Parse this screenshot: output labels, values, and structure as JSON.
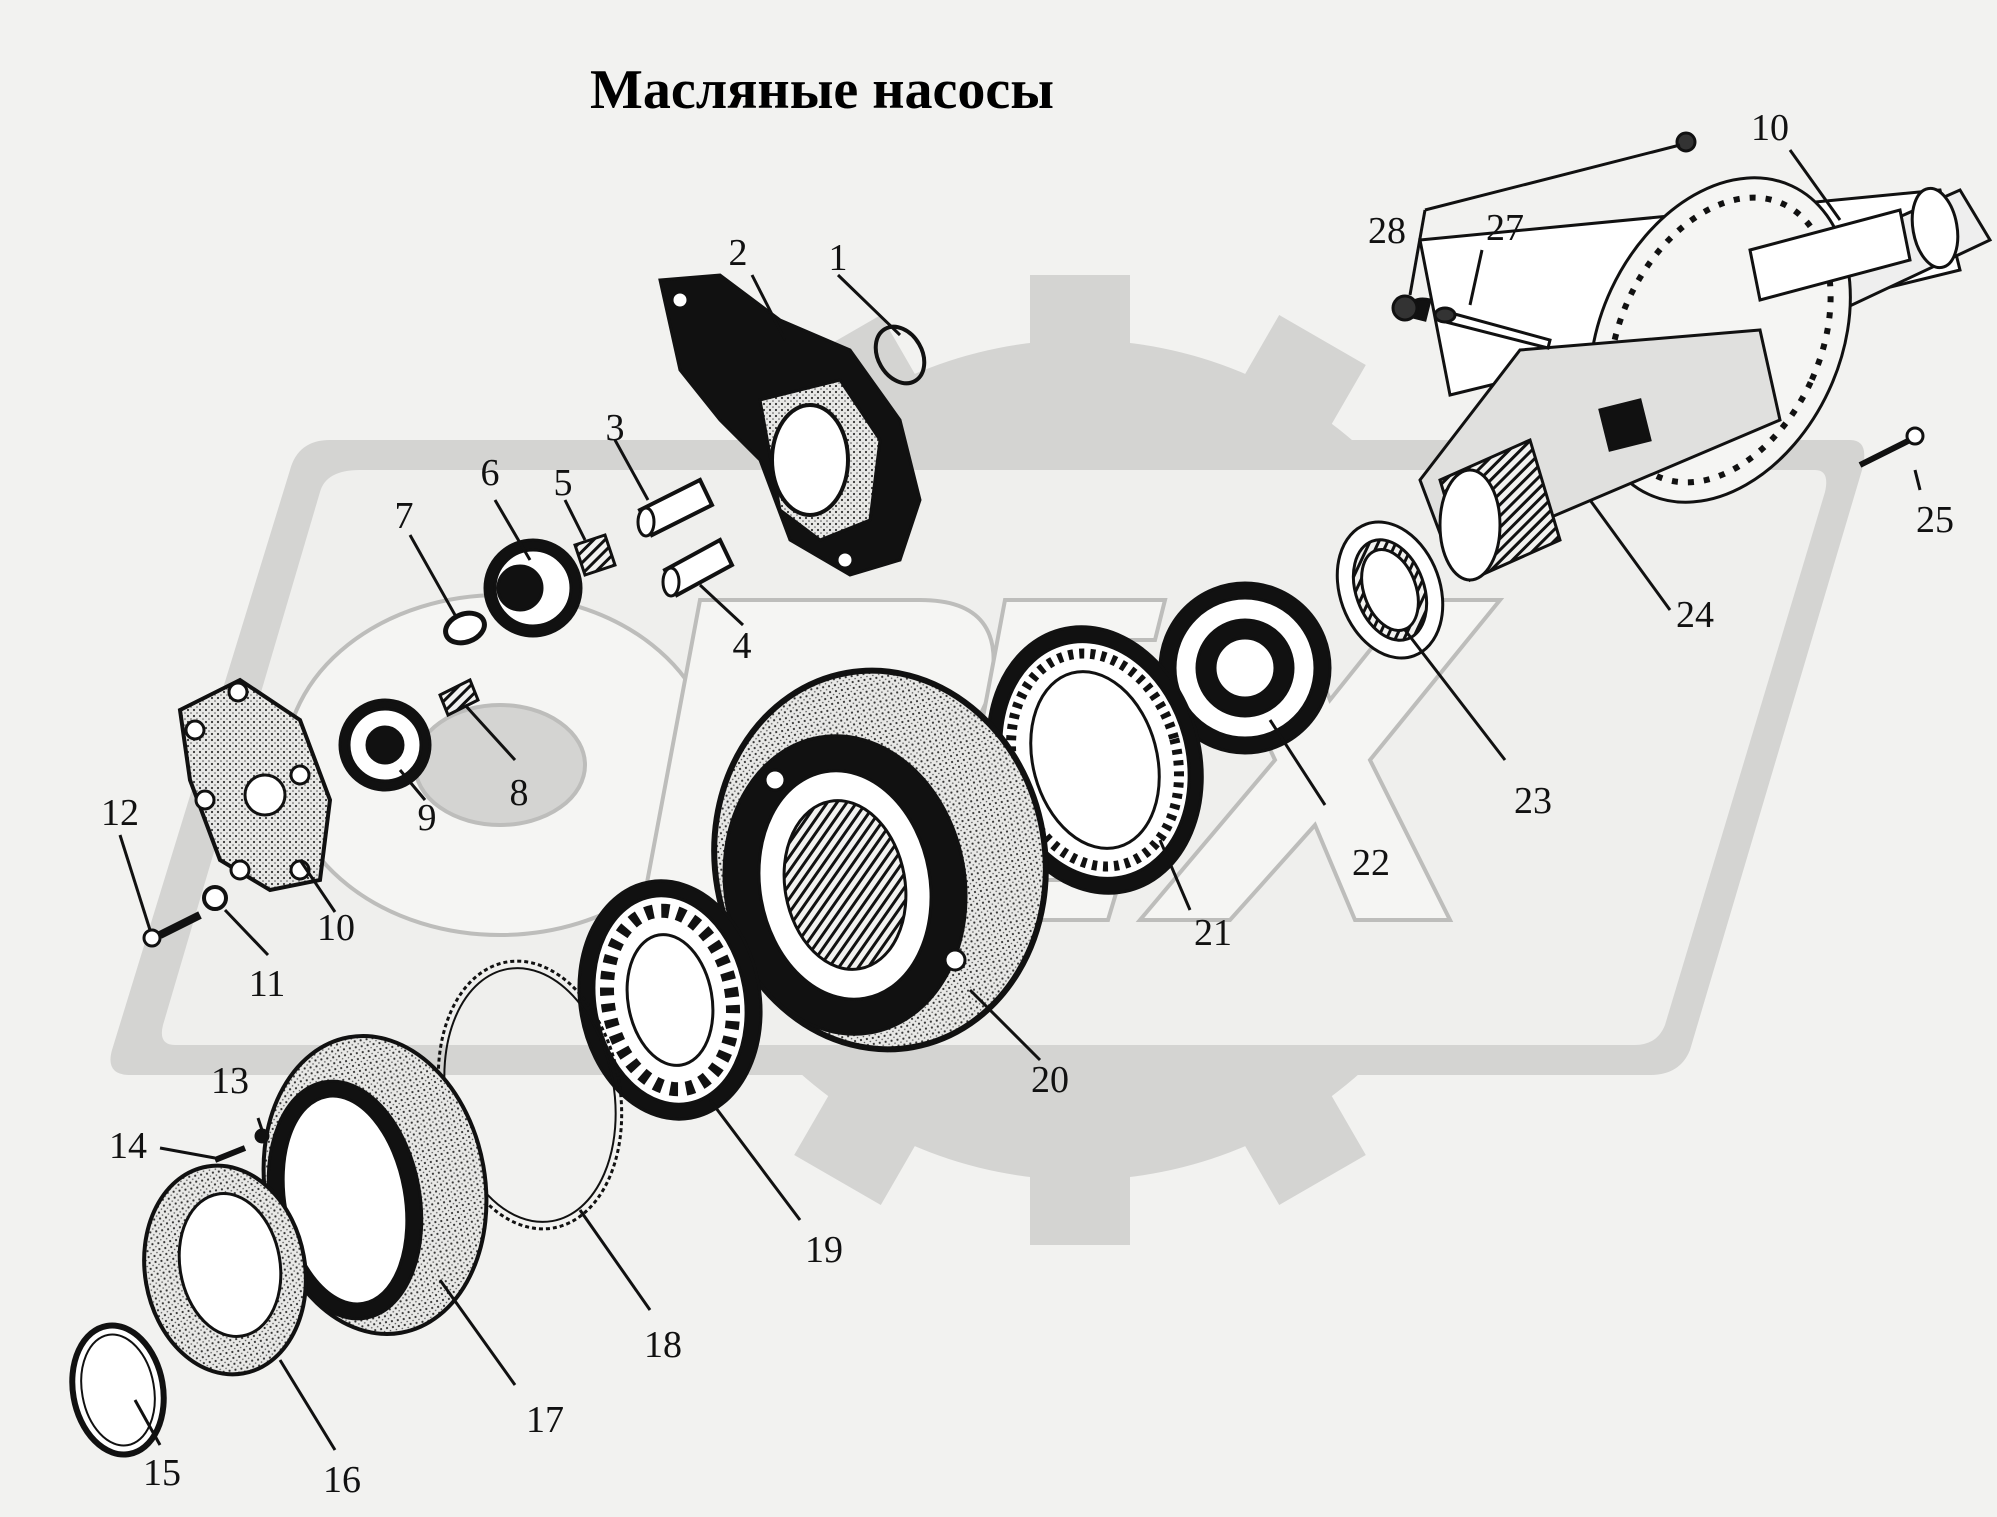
{
  "title": "Масляные насосы",
  "watermark": {
    "text": "ORIX",
    "color": "#d4d4d2"
  },
  "ink_color": "#111111",
  "callouts": [
    {
      "id": "1",
      "label": "1"
    },
    {
      "id": "2",
      "label": "2"
    },
    {
      "id": "3",
      "label": "3"
    },
    {
      "id": "4",
      "label": "4"
    },
    {
      "id": "5",
      "label": "5"
    },
    {
      "id": "6",
      "label": "6"
    },
    {
      "id": "7",
      "label": "7"
    },
    {
      "id": "8",
      "label": "8"
    },
    {
      "id": "9",
      "label": "9"
    },
    {
      "id": "10a",
      "label": "10"
    },
    {
      "id": "10b",
      "label": "10"
    },
    {
      "id": "11",
      "label": "11"
    },
    {
      "id": "12",
      "label": "12"
    },
    {
      "id": "13",
      "label": "13"
    },
    {
      "id": "14",
      "label": "14"
    },
    {
      "id": "15",
      "label": "15"
    },
    {
      "id": "16",
      "label": "16"
    },
    {
      "id": "17",
      "label": "17"
    },
    {
      "id": "18",
      "label": "18"
    },
    {
      "id": "19",
      "label": "19"
    },
    {
      "id": "20",
      "label": "20"
    },
    {
      "id": "21",
      "label": "21"
    },
    {
      "id": "22",
      "label": "22"
    },
    {
      "id": "23",
      "label": "23"
    },
    {
      "id": "24",
      "label": "24"
    },
    {
      "id": "25",
      "label": "25"
    },
    {
      "id": "27",
      "label": "27"
    },
    {
      "id": "28",
      "label": "28"
    }
  ]
}
